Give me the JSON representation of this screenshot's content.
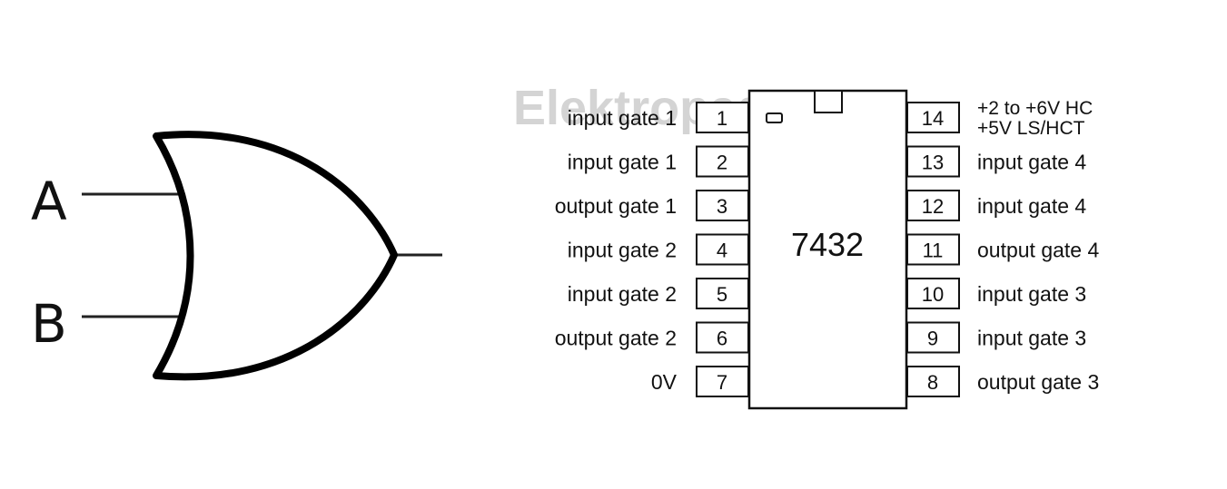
{
  "watermark": "Elektropage",
  "gate": {
    "input_a": "A",
    "input_b": "B"
  },
  "chip": {
    "name": "7432",
    "left_pins": [
      {
        "num": "1",
        "label": "input gate 1"
      },
      {
        "num": "2",
        "label": "input gate 1"
      },
      {
        "num": "3",
        "label": "output gate 1"
      },
      {
        "num": "4",
        "label": "input gate 2"
      },
      {
        "num": "5",
        "label": "input gate 2"
      },
      {
        "num": "6",
        "label": "output gate 2"
      },
      {
        "num": "7",
        "label": "0V"
      }
    ],
    "right_pins": [
      {
        "num": "14",
        "label": "+2 to +6V HC",
        "label2": "+5V LS/HCT"
      },
      {
        "num": "13",
        "label": "input gate 4"
      },
      {
        "num": "12",
        "label": "input gate 4"
      },
      {
        "num": "11",
        "label": "output gate 4"
      },
      {
        "num": "10",
        "label": "input gate 3"
      },
      {
        "num": "9",
        "label": "input gate 3"
      },
      {
        "num": "8",
        "label": "output gate 3"
      }
    ]
  }
}
